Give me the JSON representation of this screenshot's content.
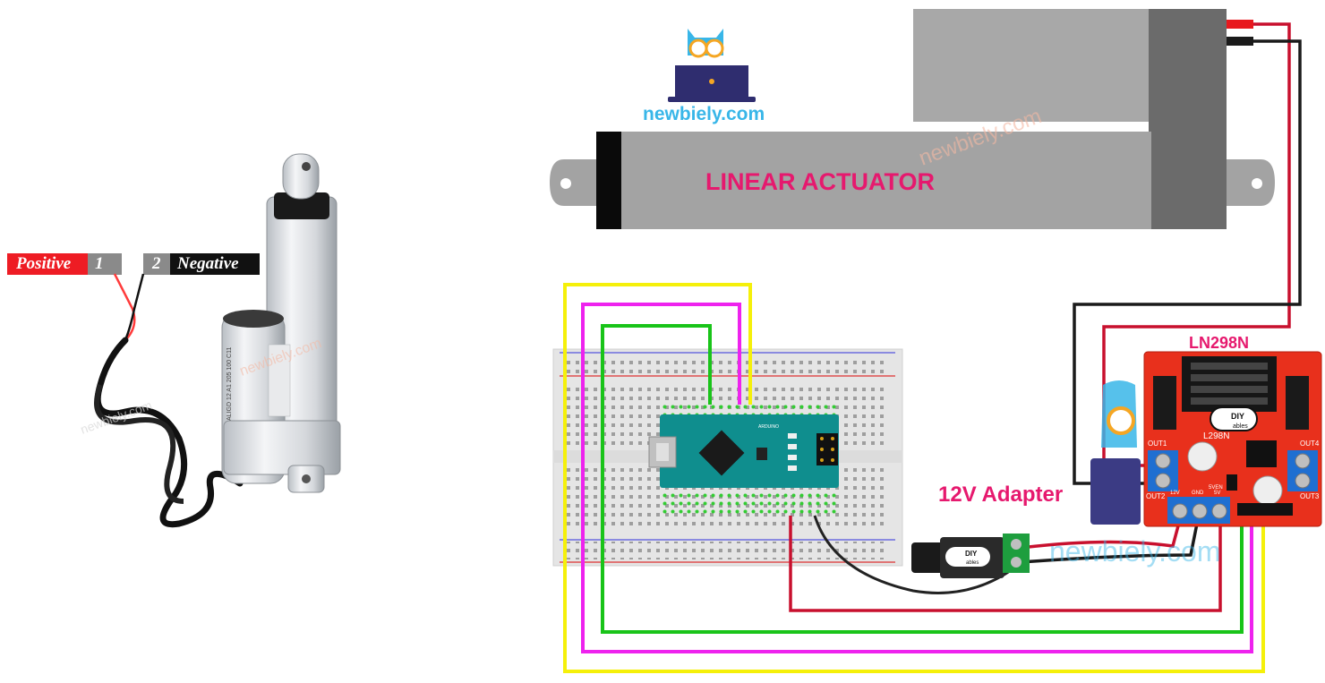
{
  "left_labels": {
    "positive_text": "Positive",
    "positive_num": "1",
    "negative_num": "2",
    "negative_text": "Negative"
  },
  "actuator": {
    "title": "LINEAR ACTUATOR",
    "motor_label": "ALIGD 12 A1 205 100 C11"
  },
  "driver": {
    "title": "LN298N",
    "chip_label": "L298N",
    "brand": "DIY",
    "brand_sub": "ables",
    "out1": "OUT1",
    "out2": "OUT2",
    "out3": "OUT3",
    "out4": "OUT4",
    "pin_12v": "12V",
    "pin_gnd": "GND",
    "pin_5v": "5V",
    "pin_5ven": "5VEN"
  },
  "adapter": {
    "title": "12V Adapter",
    "brand": "DIY",
    "brand_sub": "ables"
  },
  "arduino": {
    "label": "ARDUINO"
  },
  "branding": {
    "site": "newbiely.com",
    "watermark": "newbiely.com"
  },
  "colors": {
    "accent_pink": "#e6196e",
    "wire_red": "#c8102e",
    "wire_yellow": "#f5f00a",
    "wire_magenta": "#ee22ee",
    "wire_green": "#19c419",
    "board_red": "#e8301c",
    "arduino_teal": "#0f8e8e",
    "actuator_gray": "#a3a3a3"
  }
}
